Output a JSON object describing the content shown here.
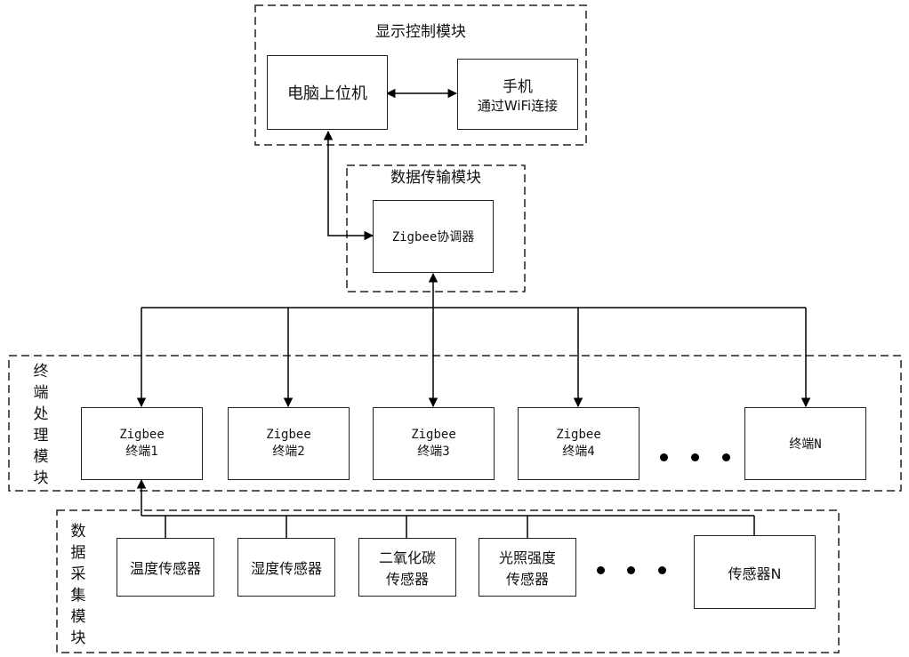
{
  "modules": {
    "display": {
      "title": "显示控制模块",
      "pc": "电脑上位机",
      "phone_line1": "手机",
      "phone_line2": "通过WiFi连接"
    },
    "transmission": {
      "title": "数据传输模块",
      "coordinator": "Zigbee协调器"
    },
    "terminal": {
      "title": "终端处理模块",
      "title_chars": [
        "终",
        "端",
        "处",
        "理",
        "模",
        "块"
      ],
      "nodes": [
        {
          "line1": "Zigbee",
          "line2": "终端1"
        },
        {
          "line1": "Zigbee",
          "line2": "终端2"
        },
        {
          "line1": "Zigbee",
          "line2": "终端3"
        },
        {
          "line1": "Zigbee",
          "line2": "终端4"
        },
        {
          "line1": "",
          "line2": "终端N"
        }
      ]
    },
    "acquisition": {
      "title": "数据采集模块",
      "title_chars": [
        "数",
        "据",
        "采",
        "集",
        "模",
        "块"
      ],
      "sensors": [
        {
          "line1": "温度传感器",
          "line2": ""
        },
        {
          "line1": "湿度传感器",
          "line2": ""
        },
        {
          "line1": "二氧化碳",
          "line2": "传感器"
        },
        {
          "line1": "光照强度",
          "line2": "传感器"
        },
        {
          "line1": "传感器N",
          "line2": ""
        }
      ]
    }
  }
}
